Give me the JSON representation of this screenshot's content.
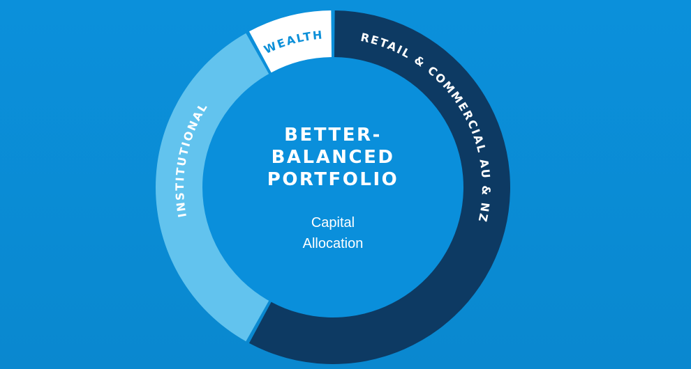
{
  "chart_data": {
    "type": "pie",
    "style": "donut",
    "title": "BETTER-BALANCED PORTFOLIO",
    "title_lines": [
      "BETTER-",
      "BALANCED",
      "PORTFOLIO"
    ],
    "subtitle_lines": [
      "Capital",
      "Allocation"
    ],
    "segments": [
      {
        "label": "RETAIL & COMMERCIAL AU & NZ",
        "value": 58,
        "color": "#0d3a63",
        "text_color": "#ffffff"
      },
      {
        "label": "INSTITUTIONAL",
        "value": 34,
        "color": "#62c3ee",
        "text_color": "#ffffff"
      },
      {
        "label": "WEALTH",
        "value": 8,
        "color": "#ffffff",
        "text_color": "#0b8fd8"
      }
    ],
    "background": "#0b8fd8"
  }
}
